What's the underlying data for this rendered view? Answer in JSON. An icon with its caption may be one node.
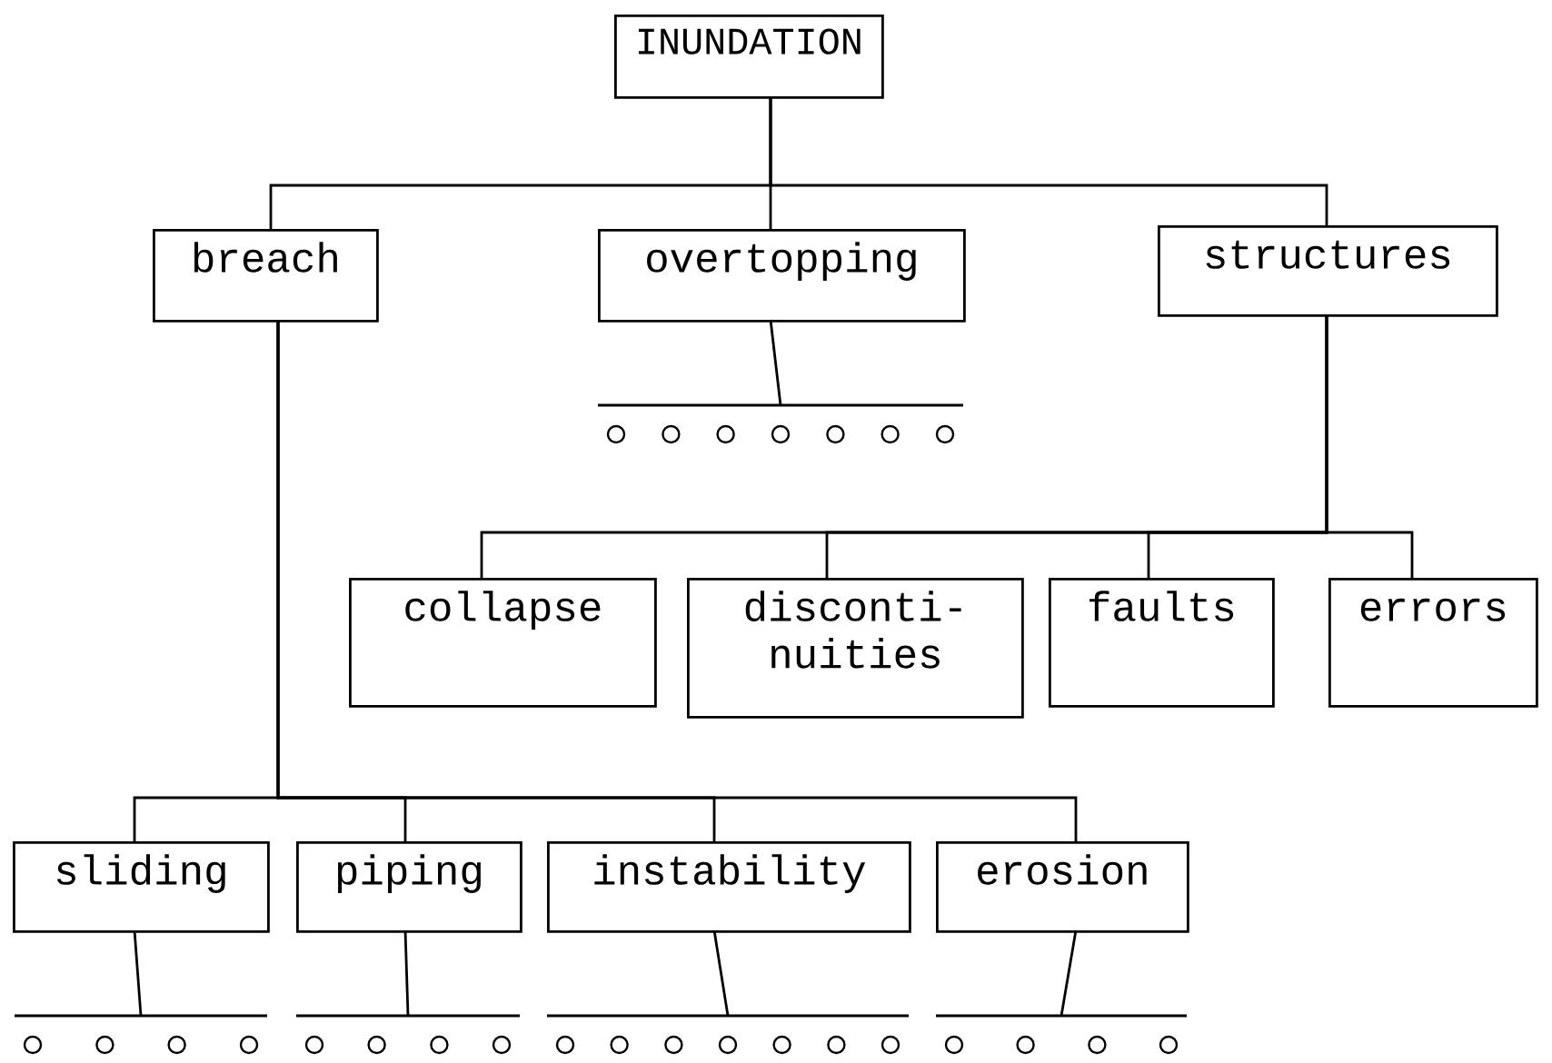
{
  "diagram": {
    "nodes": [
      {
        "text": [
          "INUNDATION"
        ]
      },
      {
        "text": [
          "breach"
        ]
      },
      {
        "text": [
          "overtopping"
        ]
      },
      {
        "text": [
          "structures"
        ]
      },
      {
        "text": [],
        "shape": "bar"
      },
      {
        "text": [
          "collapse"
        ]
      },
      {
        "text": [
          "disconti- nuities"
        ]
      },
      {
        "text": [
          "faults"
        ]
      },
      {
        "text": [
          "errors"
        ]
      },
      {
        "text": [
          "sliding"
        ]
      },
      {
        "text": [
          "piping"
        ]
      },
      {
        "text": [
          "instability"
        ]
      },
      {
        "text": [
          "erosion"
        ]
      },
      {
        "text": [],
        "shape": "bar"
      },
      {
        "text": [],
        "shape": "bar"
      },
      {
        "text": [],
        "shape": "bar"
      },
      {
        "text": [],
        "shape": "bar"
      }
    ],
    "edges": [
      {
        "from": 0,
        "to": 1,
        "arrow": "none"
      },
      {
        "from": 0,
        "to": 2,
        "arrow": "none"
      },
      {
        "from": 0,
        "to": 3,
        "arrow": "none"
      },
      {
        "from": 2,
        "to": 4,
        "arrow": "none"
      },
      {
        "from": 3,
        "to": 5,
        "arrow": "none"
      },
      {
        "from": 3,
        "to": 6,
        "arrow": "none"
      },
      {
        "from": 3,
        "to": 7,
        "arrow": "none"
      },
      {
        "from": 3,
        "to": 8,
        "arrow": "none"
      },
      {
        "from": 1,
        "to": 9,
        "arrow": "none"
      },
      {
        "from": 1,
        "to": 10,
        "arrow": "none"
      },
      {
        "from": 1,
        "to": 11,
        "arrow": "none"
      },
      {
        "from": 1,
        "to": 12,
        "arrow": "none"
      },
      {
        "from": 9,
        "to": 13,
        "arrow": "none"
      },
      {
        "from": 10,
        "to": 14,
        "arrow": "none"
      },
      {
        "from": 11,
        "to": 15,
        "arrow": "none"
      },
      {
        "from": 12,
        "to": 16,
        "arrow": "none"
      }
    ]
  }
}
